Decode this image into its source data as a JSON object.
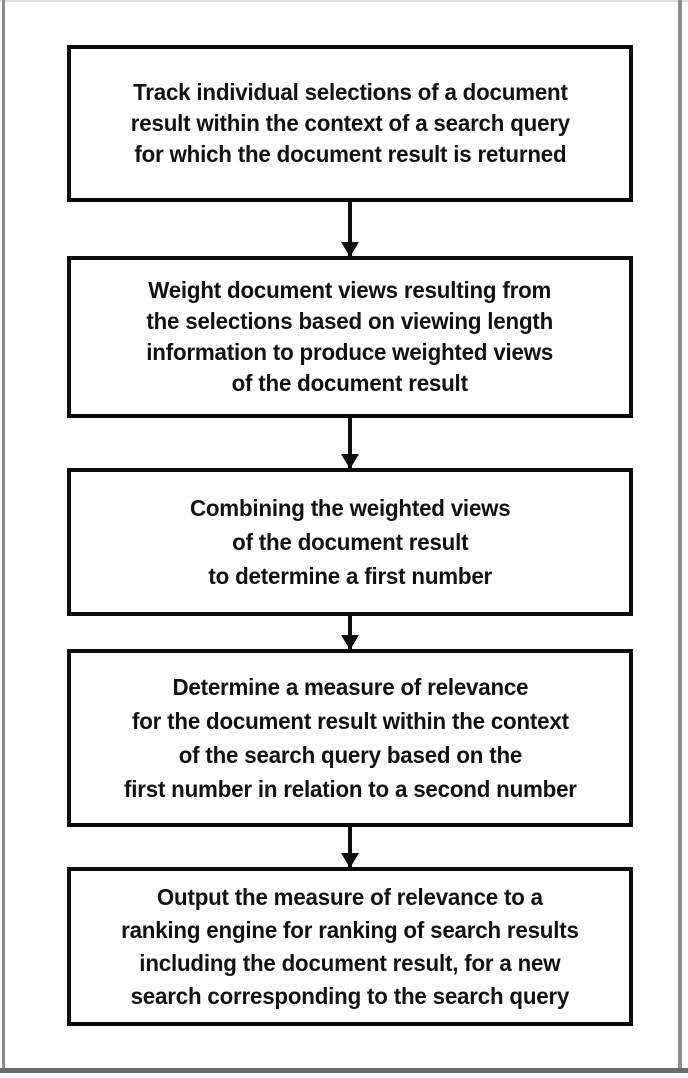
{
  "diagram": {
    "type": "flowchart",
    "orientation": "vertical",
    "title": "",
    "colors": {
      "node_border": "#0d0d0d",
      "node_fill": "#ffffff",
      "arrow": "#0d0d0d",
      "page_background": "#ffffff",
      "page_edge_gray": "#8e8e8e",
      "page_edge_bottom_gray": "#6b6b6b"
    },
    "nodes": [
      {
        "id": "step-1",
        "name": "track-selections-step",
        "shape": "rectangle",
        "text": "Track individual selections of a document\nresult within the context of a search query\nfor which the document result is returned"
      },
      {
        "id": "step-2",
        "name": "weight-views-step",
        "shape": "rectangle",
        "text": "Weight document views resulting from\nthe selections based on viewing length\ninformation to produce weighted views\nof the document result"
      },
      {
        "id": "step-3",
        "name": "combine-views-step",
        "shape": "rectangle",
        "text": "Combining the weighted views\nof the document result\nto determine a first number"
      },
      {
        "id": "step-4",
        "name": "determine-relevance-step",
        "shape": "rectangle",
        "text": "Determine a measure of relevance\nfor the document result within the context\nof the search query based on the\nfirst number in relation to a second number"
      },
      {
        "id": "step-5",
        "name": "output-relevance-step",
        "shape": "rectangle",
        "text": "Output the measure of relevance to a\nranking engine for ranking of search results\nincluding the document result, for a new\nsearch corresponding to the search query"
      }
    ],
    "edges": [
      {
        "id": "edge-1-2",
        "name": "arrow-step1-to-step2",
        "from": "step-1",
        "to": "step-2",
        "style": "solid-down-arrow",
        "label": ""
      },
      {
        "id": "edge-2-3",
        "name": "arrow-step2-to-step3",
        "from": "step-2",
        "to": "step-3",
        "style": "solid-down-arrow",
        "label": ""
      },
      {
        "id": "edge-3-4",
        "name": "arrow-step3-to-step4",
        "from": "step-3",
        "to": "step-4",
        "style": "solid-down-arrow",
        "label": ""
      },
      {
        "id": "edge-4-5",
        "name": "arrow-step4-to-step5",
        "from": "step-4",
        "to": "step-5",
        "style": "solid-down-arrow",
        "label": ""
      }
    ]
  }
}
